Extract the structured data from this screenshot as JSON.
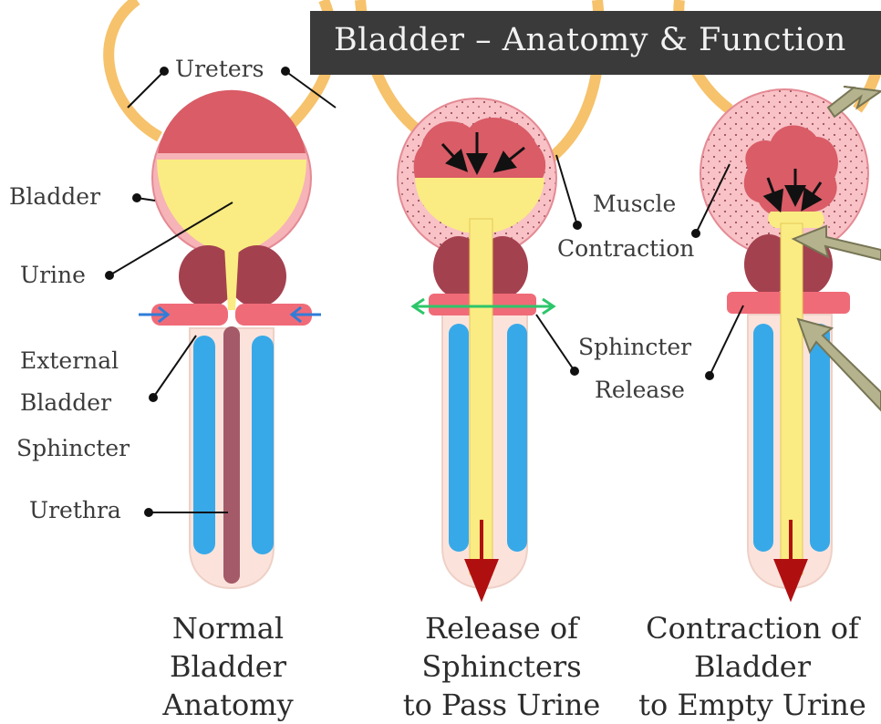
{
  "title": "Bladder – Anatomy & Function",
  "labels": {
    "ureters": "Ureters",
    "bladder": "Bladder",
    "urine": "Urine",
    "external_sphincter": [
      "External",
      "Bladder",
      "Sphincter"
    ],
    "urethra": "Urethra",
    "muscle_contraction": [
      "Muscle",
      "Contraction"
    ],
    "sphincter_release": [
      "Sphincter",
      "Release"
    ]
  },
  "captions": [
    [
      "Normal",
      "Bladder",
      "Anatomy"
    ],
    [
      "Release of",
      "Sphincters",
      "to Pass Urine"
    ],
    [
      "Contraction of",
      "Bladder",
      "to Empty Urine"
    ]
  ],
  "colors": {
    "ureter": "#f6c26b",
    "bladder_wall": "#f6b3b8",
    "muscle": "#d95c66",
    "urine": "#faec82",
    "prostate": "#a4414f",
    "sphincter": "#f06b78",
    "urethra_blue": "#37a9e8",
    "urethra_closed": "#a45a68",
    "skin": "#fbe3dc",
    "release_arrow": "#2cc66a",
    "squeeze_arrow": "#2f7dd8",
    "flow_arrow": "#b00f10",
    "callout_arrow": "#b4b38d",
    "title_bg": "#3a3a3a"
  }
}
